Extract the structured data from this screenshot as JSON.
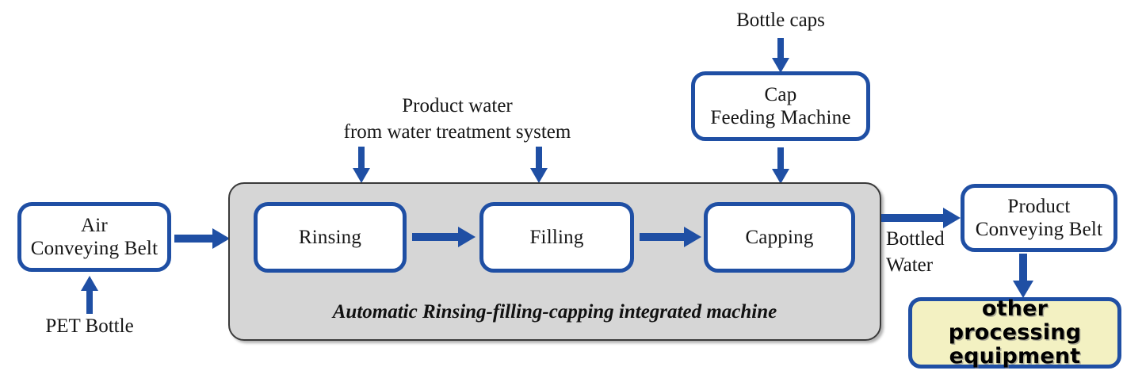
{
  "diagram": {
    "title": "Bottled water production line flow diagram",
    "colors": {
      "accent_blue": "#1F4FA4",
      "enclosure_gray": "#D6D6D6",
      "highlight_yellow": "#F3F1C2",
      "text_black": "#161616",
      "background": "#FFFFFF"
    }
  },
  "nodes": {
    "air_conveying_belt": {
      "line1": "Air",
      "line2": "Conveying Belt"
    },
    "rinsing": {
      "label": "Rinsing"
    },
    "filling": {
      "label": "Filling"
    },
    "capping": {
      "label": "Capping"
    },
    "cap_feeding_machine": {
      "line1": "Cap",
      "line2": "Feeding Machine"
    },
    "product_conveying_belt": {
      "line1": "Product",
      "line2": "Conveying Belt"
    },
    "other_processing_equipment": {
      "line1": "other",
      "line2": "processing equipment"
    }
  },
  "enclosure": {
    "label": "Automatic Rinsing-filling-capping integrated machine"
  },
  "labels": {
    "pet_bottle": "PET Bottle",
    "product_water_line1": "Product water",
    "product_water_line2": "from water treatment system",
    "bottle_caps": "Bottle caps",
    "bottled_water_line1": "Bottled",
    "bottled_water_line2": "Water"
  },
  "arrows": [
    {
      "name": "pet-bottle-to-air-conveying-belt",
      "direction": "up"
    },
    {
      "name": "air-conveying-belt-to-machine",
      "direction": "right"
    },
    {
      "name": "product-water-to-rinsing",
      "direction": "down"
    },
    {
      "name": "product-water-to-filling",
      "direction": "down"
    },
    {
      "name": "bottle-caps-to-cap-feeding-machine",
      "direction": "down"
    },
    {
      "name": "cap-feeding-machine-to-capping",
      "direction": "down"
    },
    {
      "name": "rinsing-to-filling",
      "direction": "right"
    },
    {
      "name": "filling-to-capping",
      "direction": "right"
    },
    {
      "name": "machine-to-product-conveying-belt",
      "direction": "right"
    },
    {
      "name": "product-conveying-belt-to-other-processing-equipment",
      "direction": "down"
    }
  ]
}
